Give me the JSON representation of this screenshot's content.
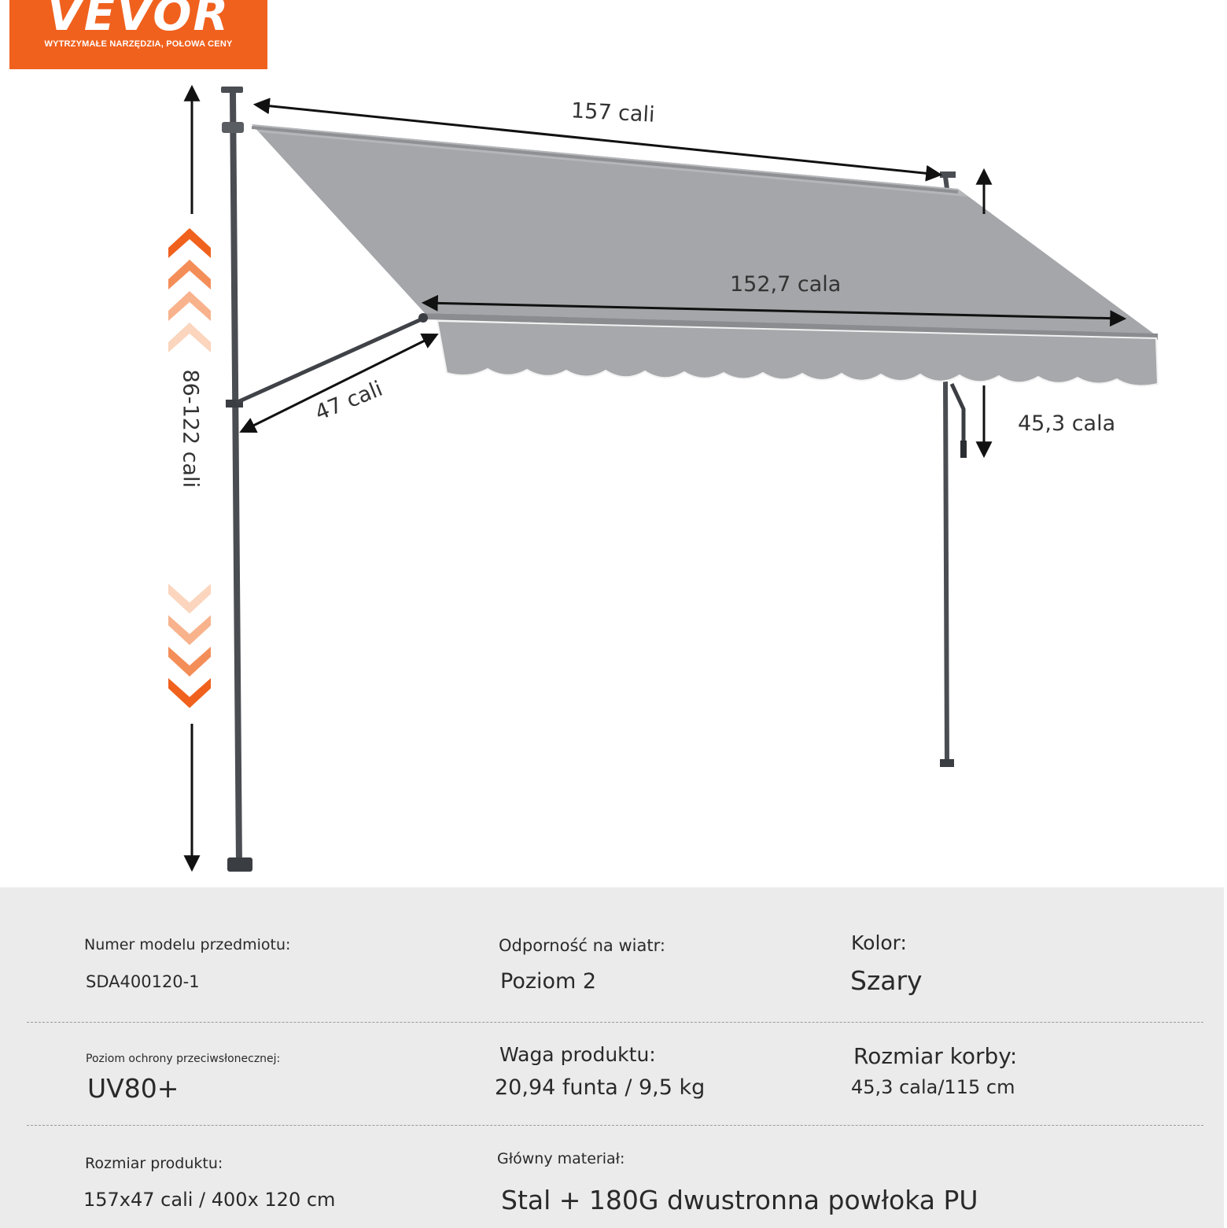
{
  "brand": {
    "name": "VEVOR",
    "tagline": "WYTRZYMAŁE NARZĘDZIA, POŁOWA CENY",
    "color": "#f0611e"
  },
  "dimensions": {
    "length": "157 cali",
    "width": "152,7 cala",
    "arm": "47 cali",
    "height": "86-122 cali",
    "crank": "45,3 cala"
  },
  "specs": {
    "model_label": "Numer modelu przedmiotu:",
    "model_value": "SDA400120-1",
    "wind_label": "Odporność na wiatr:",
    "wind_value": "Poziom 2",
    "color_label": "Kolor:",
    "color_value": "Szary",
    "uv_label": "Poziom ochrony przeciwsłonecznej:",
    "uv_value": "UV80+",
    "weight_label": "Waga produktu:",
    "weight_value": "20,94 funta / 9,5 kg",
    "crank_label": "Rozmiar korby:",
    "crank_value": "45,3 cala/115 cm",
    "size_label": "Rozmiar produktu:",
    "size_value": "157x47 cali / 400x 120 cm",
    "material_label": "Główny materiał:",
    "material_value": "Stal + 180G dwustronna powłoka PU"
  },
  "colors": {
    "awning_fabric": "#a4a6a9",
    "pole": "#4a4d52",
    "accent_orange": "#f0611e"
  }
}
